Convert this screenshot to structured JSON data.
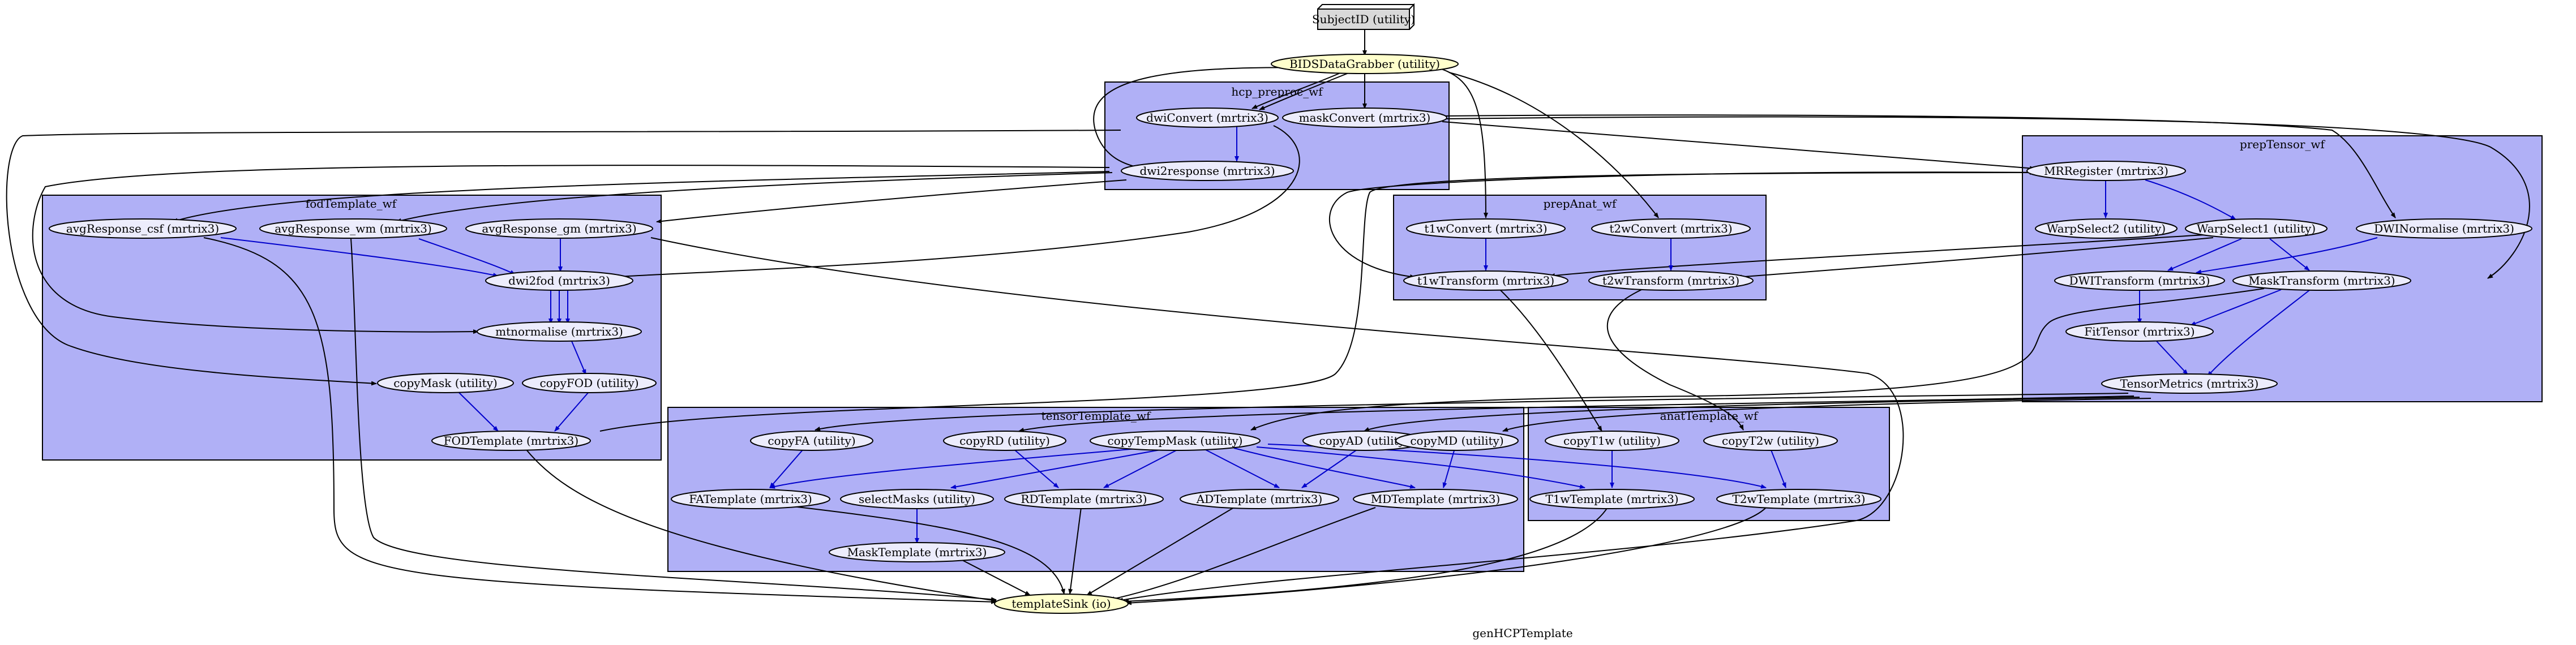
{
  "graph": {
    "title": "genHCPTemplate"
  },
  "colors": {
    "cluster_fill": "#b0b0f6",
    "node_fill": "#ececfc",
    "io_fill": "#ffffcc",
    "edge_default": "#000000",
    "edge_internal": "#0000cc",
    "box_fill": "#d9d9d9"
  },
  "clusters": {
    "hcp_preproc_wf": "hcp_preproc_wf",
    "prepTensor_wf": "prepTensor_wf",
    "fodTemplate_wf": "fodTemplate_wf",
    "prepAnat_wf": "prepAnat_wf",
    "tensorTemplate_wf": "tensorTemplate_wf",
    "anatTemplate_wf": "anatTemplate_wf"
  },
  "nodes": {
    "subjectID": "SubjectID (utility)",
    "bidsDataGrabber": "BIDSDataGrabber (utility)",
    "dwiConvert": "dwiConvert (mrtrix3)",
    "maskConvert": "maskConvert (mrtrix3)",
    "dwi2response": "dwi2response (mrtrix3)",
    "mrRegister": "MRRegister (mrtrix3)",
    "warpSelect2": "WarpSelect2 (utility)",
    "warpSelect1": "WarpSelect1 (utility)",
    "dwiNormalise": "DWINormalise (mrtrix3)",
    "dwiTransform": "DWITransform (mrtrix3)",
    "maskTransform": "MaskTransform (mrtrix3)",
    "fitTensor": "FitTensor (mrtrix3)",
    "tensorMetrics": "TensorMetrics (mrtrix3)",
    "avgResponseCsf": "avgResponse_csf (mrtrix3)",
    "avgResponseWm": "avgResponse_wm (mrtrix3)",
    "avgResponseGm": "avgResponse_gm (mrtrix3)",
    "dwi2fod": "dwi2fod (mrtrix3)",
    "mtnormalise": "mtnormalise (mrtrix3)",
    "copyMask": "copyMask (utility)",
    "copyFOD": "copyFOD (utility)",
    "fodTemplate": "FODTemplate (mrtrix3)",
    "t1wConvert": "t1wConvert (mrtrix3)",
    "t2wConvert": "t2wConvert (mrtrix3)",
    "t1wTransform": "t1wTransform (mrtrix3)",
    "t2wTransform": "t2wTransform (mrtrix3)",
    "copyFA": "copyFA (utility)",
    "copyRD": "copyRD (utility)",
    "copyTempMask": "copyTempMask (utility)",
    "copyAD": "copyAD (utility)",
    "copyMD": "copyMD (utility)",
    "faTemplate": "FATemplate (mrtrix3)",
    "selectMasks": "selectMasks (utility)",
    "rdTemplate": "RDTemplate (mrtrix3)",
    "adTemplate": "ADTemplate (mrtrix3)",
    "mdTemplate": "MDTemplate (mrtrix3)",
    "maskTemplate": "MaskTemplate (mrtrix3)",
    "copyT1w": "copyT1w (utility)",
    "copyT2w": "copyT2w (utility)",
    "t1wTemplate": "T1wTemplate (mrtrix3)",
    "t2wTemplate": "T2wTemplate (mrtrix3)",
    "templateSink": "templateSink (io)"
  }
}
